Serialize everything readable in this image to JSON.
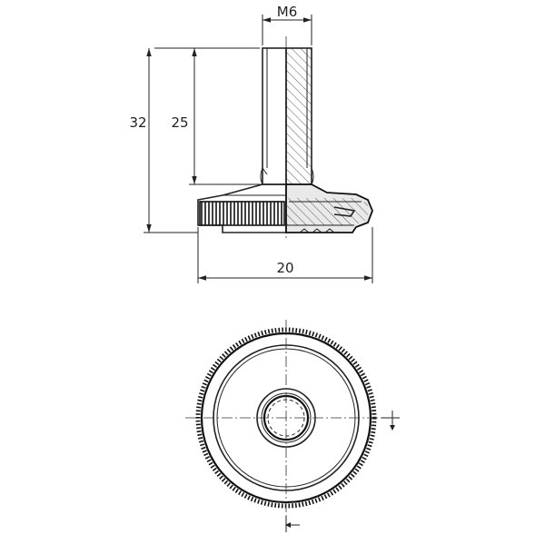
{
  "drawing": {
    "type": "technical-drawing",
    "part": "leveling-foot",
    "dimensions": {
      "thread": "M6",
      "overall_height": "32",
      "thread_length": "25",
      "base_diameter": "20"
    }
  }
}
